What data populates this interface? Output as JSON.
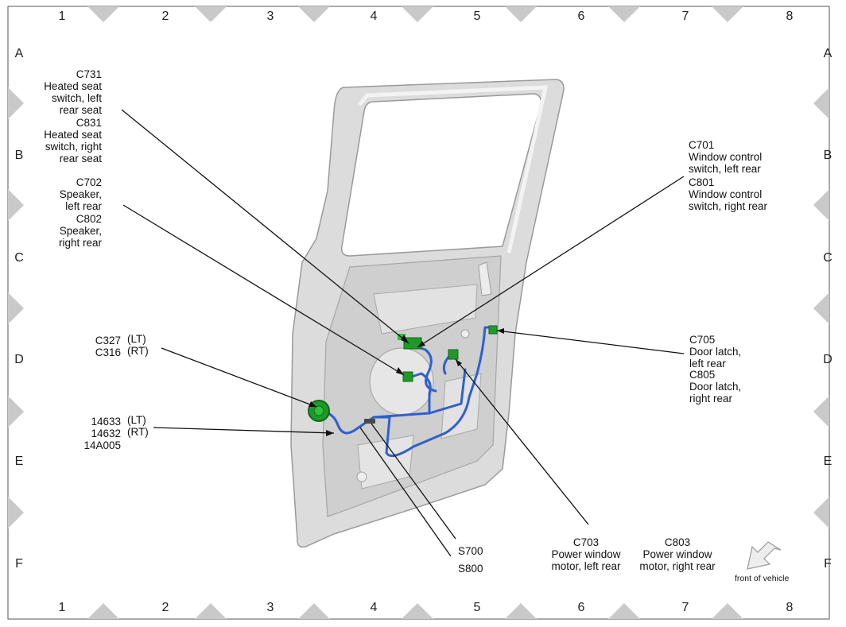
{
  "grid": {
    "columns": [
      "1",
      "2",
      "3",
      "4",
      "5",
      "6",
      "7",
      "8"
    ],
    "rows": [
      "A",
      "B",
      "C",
      "D",
      "E",
      "F"
    ]
  },
  "callouts": {
    "c731": "C731\nHeated seat\nswitch, left\nrear seat",
    "c831": "C831\nHeated seat\nswitch, right\nrear seat",
    "c702": "C702\nSpeaker,\nleft rear",
    "c802": "C802\nSpeaker,\nright rear",
    "c327": "C327\nC316",
    "c327_side": "(LT)\n(RT)",
    "n14633": "14633\n14632\n14A005",
    "n14633_side": "(LT)\n(RT)",
    "c701": "C701\nWindow control\nswitch, left rear",
    "c801": "C801\nWindow control\nswitch, right rear",
    "c705": "C705\nDoor latch,\nleft rear",
    "c805": "C805\nDoor latch,\nright rear",
    "s700": "S700",
    "s800": "S800",
    "c703": "C703\nPower window\nmotor, left rear",
    "c803": "C803\nPower window\nmotor, right rear",
    "front": "front of vehicle"
  },
  "icons": {
    "front_arrow": "front-of-vehicle-arrow-icon"
  },
  "colors": {
    "harness": "#2f5fd0",
    "connector": "#1f9a2a",
    "door": "#d9d9d9",
    "frame_marks": "#c8c8c8"
  }
}
